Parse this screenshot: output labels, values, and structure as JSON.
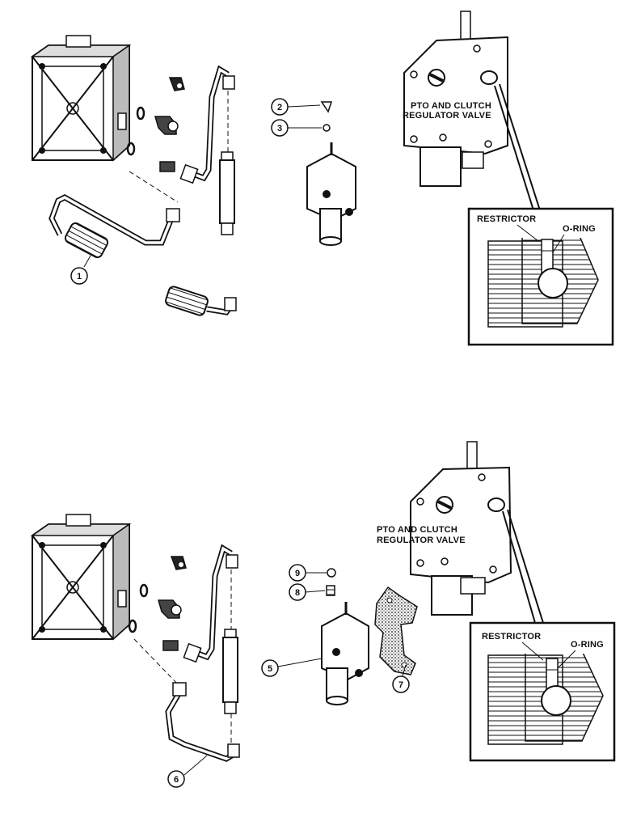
{
  "top_view": {
    "valve_label_line1": "PTO AND CLUTCH",
    "valve_label_line2": "REGULATOR VALVE",
    "inset": {
      "restrictor_label": "RESTRICTOR",
      "oring_label": "O-RING"
    },
    "callouts": [
      "1",
      "2",
      "3"
    ]
  },
  "bottom_view": {
    "valve_label_line1": "PTO AND CLUTCH",
    "valve_label_line2": "REGULATOR VALVE",
    "inset": {
      "restrictor_label": "RESTRICTOR",
      "oring_label": "O-RING"
    },
    "callouts": [
      "9",
      "8",
      "5",
      "7",
      "6"
    ]
  }
}
